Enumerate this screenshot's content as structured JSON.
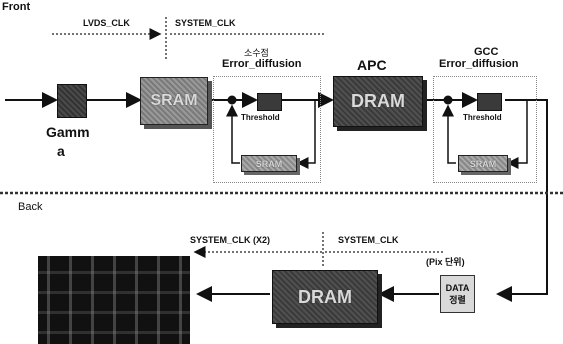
{
  "section_front": "Front",
  "section_back": "Back",
  "clocks": {
    "lvds_clk": "LVDS_CLK",
    "system_clk_top": "SYSTEM_CLK",
    "system_clk_x2": "SYSTEM_CLK (X2)",
    "system_clk_bottom": "SYSTEM_CLK"
  },
  "blocks": {
    "sram_main": "SRAM",
    "sram_loop1": "SRAM",
    "sram_loop2": "SRAM",
    "dram_apc": "DRAM",
    "dram_back": "DRAM",
    "threshold1": "Threshold",
    "threshold2": "Threshold",
    "data_line1": "DATA",
    "data_line2": "정렬"
  },
  "labels": {
    "gamma_line1": "Gamm",
    "gamma_line2": "a",
    "ed1_korean": "소수점",
    "ed1_name": "Error_diffusion",
    "apc": "APC",
    "gcc": "GCC",
    "ed2_name": "Error_diffusion",
    "pix_unit": "(Pix 단위)"
  }
}
